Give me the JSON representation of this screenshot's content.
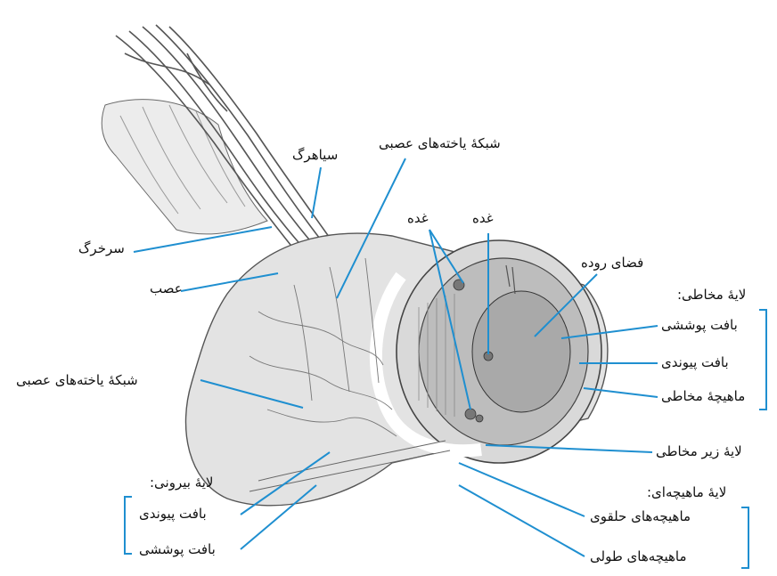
{
  "labels": {
    "nerve_cell_network_top": "شبکهٔ یاخته‌های عصبی",
    "vein": "سیاهرگ",
    "gland_left": "غده",
    "gland_right": "غده",
    "intestinal_lumen": "فضای روده",
    "artery": "سرخرگ",
    "nerve": "عصب",
    "mucosa_layer": "لایهٔ مخاطی:",
    "mucosa_epithelium": "بافت پوششی",
    "mucosa_connective": "بافت پیوندی",
    "mucosa_muscle": "ماهیچهٔ مخاطی",
    "nerve_cell_network_left": "شبکهٔ یاخته‌های عصبی",
    "submucosa_layer": "لایهٔ زیر مخاطی",
    "muscle_layer": "لایهٔ ماهیچه‌ای:",
    "muscle_circular": "ماهیچه‌های حلقوی",
    "muscle_longitudinal": "ماهیچه‌های طولی",
    "outer_layer": "لایهٔ بیرونی:",
    "outer_connective": "بافت پیوندی",
    "outer_epithelium": "بافت پوششی"
  },
  "colors": {
    "leader_line": "#1f8fd0",
    "bracket": "#1f8fd0",
    "text": "#111111",
    "drawing": "#555555"
  }
}
